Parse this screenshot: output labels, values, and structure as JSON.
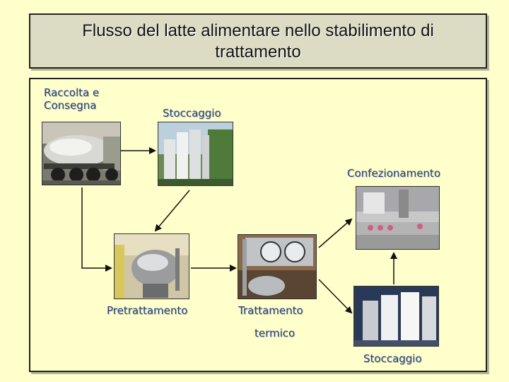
{
  "title": {
    "line1": "Flusso del latte alimentare nello stabilimento di",
    "line2": "trattamento"
  },
  "labels": {
    "raccolta_line1": "Raccolta e",
    "raccolta_line2": "Consegna",
    "stoccaggio_top": "Stoccaggio",
    "confezionamento": "Confezionamento",
    "pretrattamento": "Pretrattamento",
    "trattamento": "Trattamento",
    "termico": "termico",
    "stoccaggio_bottom": "Stoccaggio"
  },
  "colors": {
    "background": "#ffffcc",
    "label_text": "#1f3f7f",
    "title_box": "#dcdcc4"
  }
}
